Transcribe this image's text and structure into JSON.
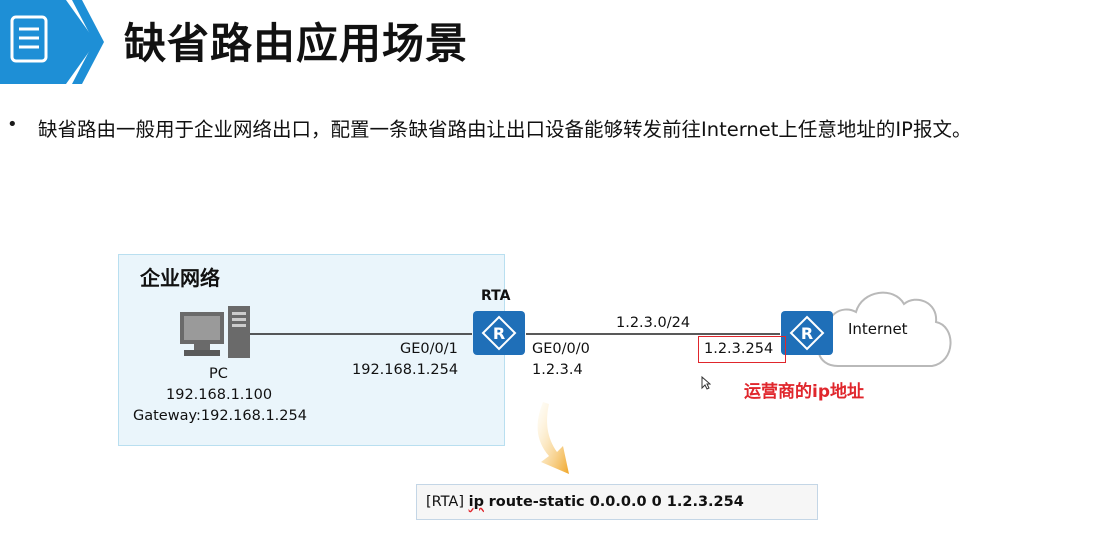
{
  "header": {
    "title": "缺省路由应用场景",
    "badge_icon": "document-list-icon"
  },
  "bullet": {
    "marker": "•",
    "text": "缺省路由一般用于企业网络出口，配置一条缺省路由让出口设备能够转发前往Internet上任意地址的IP报文。"
  },
  "topology": {
    "enterprise_label": "企业网络",
    "pc": {
      "icon": "pc-icon",
      "label": "PC",
      "ip": "192.168.1.100",
      "gateway": "Gateway:192.168.1.254"
    },
    "rta": {
      "label": "RTA",
      "icon": "router-icon",
      "inner_interface": "GE0/0/1",
      "inner_ip": "192.168.1.254",
      "outer_interface": "GE0/0/0",
      "outer_ip": "1.2.3.4"
    },
    "link": {
      "subnet": "1.2.3.0/24"
    },
    "isp": {
      "icon": "router-icon",
      "ip": "1.2.3.254",
      "caption": "运营商的ip地址",
      "internet_label": "Internet"
    }
  },
  "command": {
    "prefix": "[RTA]",
    "keyword": "ip",
    "rest": "route-static 0.0.0.0 0 1.2.3.254"
  },
  "colors": {
    "accent_blue": "#1e8fd6",
    "router_blue": "#1f6fb8",
    "highlight_red": "#e0262c",
    "zone_fill": "#eaf5fb"
  }
}
